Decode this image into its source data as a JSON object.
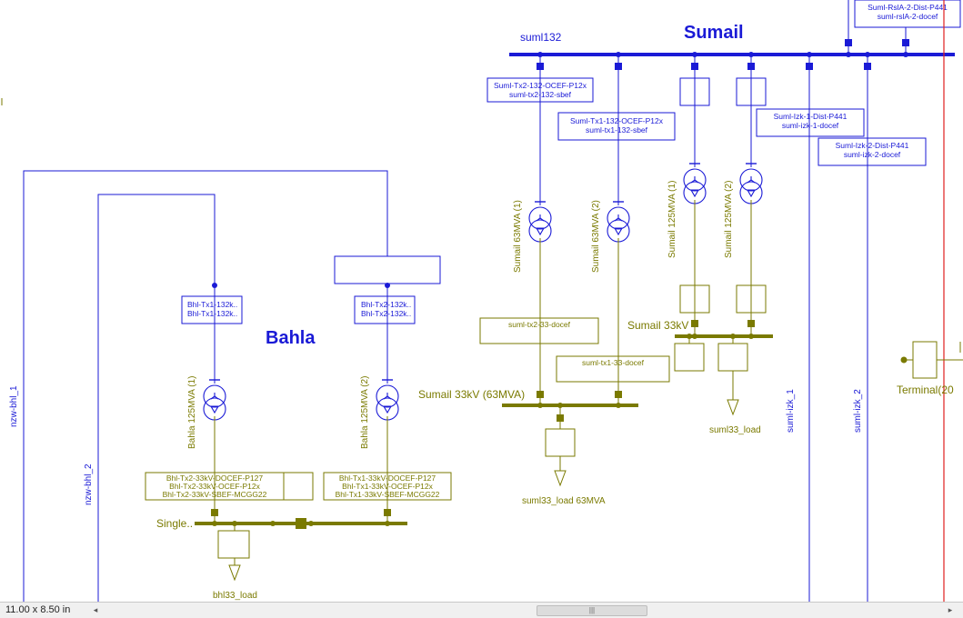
{
  "colors": {
    "hv": "#1a1ad6",
    "mv": "#7a7a00",
    "accent": "#e02020"
  },
  "sumail": {
    "title": "Sumail",
    "busbar": "suml132",
    "relays": {
      "tx2_132": [
        "Suml-Tx2-132-OCEF-P12x",
        "suml-tx2-132-sbef"
      ],
      "tx1_132": [
        "Suml-Tx1-132-OCEF-P12x",
        "suml-tx1-132-sbef"
      ],
      "izk1": [
        "Suml-Izk-1-Dist-P441",
        "suml-izk-1-docef"
      ],
      "izk2": [
        "Suml-Izk-2-Dist-P441",
        "suml-izk-2-docef"
      ],
      "rsla2": [
        "Suml-RslA-2-Dist-P441",
        "suml-rslA-2-docef"
      ]
    },
    "transformers": [
      "Sumail 63MVA (1)",
      "Sumail 63MVA (2)",
      "Sumail 125MVA (1)",
      "Sumail 125MVA (2)"
    ],
    "mv_relays": [
      "suml-tx2-33-docef",
      "suml-tx1-33-docef"
    ],
    "bus_33_63": "Sumail 33kV (63MVA)",
    "bus_33": "Sumail 33kV",
    "load_63": "suml33_load 63MVA",
    "load_33": "suml33_load",
    "lines": [
      "suml-izk_1",
      "suml-izk_2"
    ],
    "terminal": "Terminal(20"
  },
  "bahla": {
    "title": "Bahla",
    "relays_132": {
      "tx1": [
        "Bhl-Tx1-132k..",
        "Bhl-Tx1-132k.."
      ],
      "tx2": [
        "Bhl-Tx2-132k..",
        "Bhl-Tx2-132k.."
      ]
    },
    "transformers": [
      "Bahla 125MVA (1)",
      "Bahla 125MVA (2)"
    ],
    "relays_33": {
      "left": [
        "Bhl-Tx2-33kV-DOCEF-P127",
        "Bhl-Tx2-33kV-OCEF-P12x",
        "Bhl-Tx2-33kV-SBEF-MCGG22"
      ],
      "right": [
        "Bhl-Tx1-33kV-DOCEF-P127",
        "Bhl-Tx1-33kV-OCEF-P12x",
        "Bhl-Tx1-33kV-SBEF-MCGG22"
      ]
    },
    "busbar": "Single..",
    "load": "bhl33_load",
    "lines": [
      "nzw-bhl_1",
      "nzw-bhl_2"
    ]
  },
  "statusbar": {
    "sheet_size": "11.00 x 8.50 in",
    "scroll_left": "◂",
    "scroll_right": "▸",
    "scroll_grip": "|||"
  }
}
